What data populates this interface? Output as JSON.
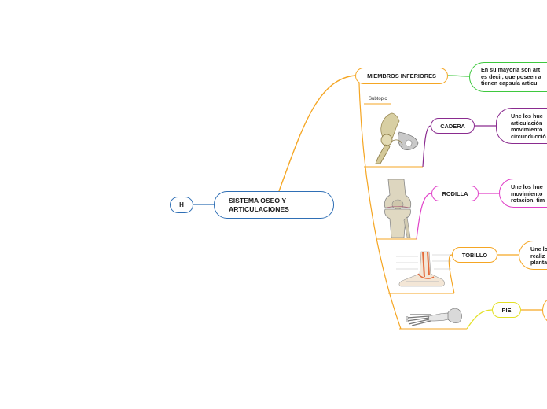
{
  "nodes": {
    "h": "H",
    "root": [
      "SISTEMA OSEO Y",
      "ARTICULACIONES"
    ],
    "miembros": "MIEMBROS INFERIORES",
    "subtopic": "Subtopic",
    "cadera": "CADERA",
    "rodilla": "RODILLA",
    "tobillo": "TOBILLO",
    "pie": "PIE"
  },
  "descriptions": {
    "miembros": [
      "En su mayoría son art",
      "es decir, que poseen a",
      "tienen capsula articul"
    ],
    "cadera": [
      "Une los hue",
      "articulación",
      "movimiento",
      "circunducció"
    ],
    "rodilla": [
      "Une los hue",
      "movimiento",
      "rotacion, tim"
    ],
    "tobillo": [
      "Une lo",
      "realiz",
      "planta"
    ],
    "pie": []
  },
  "colors": {
    "blue": "#2f6fb5",
    "orange": "#f5a623",
    "green": "#3ec83e",
    "purple": "#8a2b8f",
    "magenta": "#e040c8",
    "yellow": "#e3e025",
    "white": "#ffffff"
  }
}
